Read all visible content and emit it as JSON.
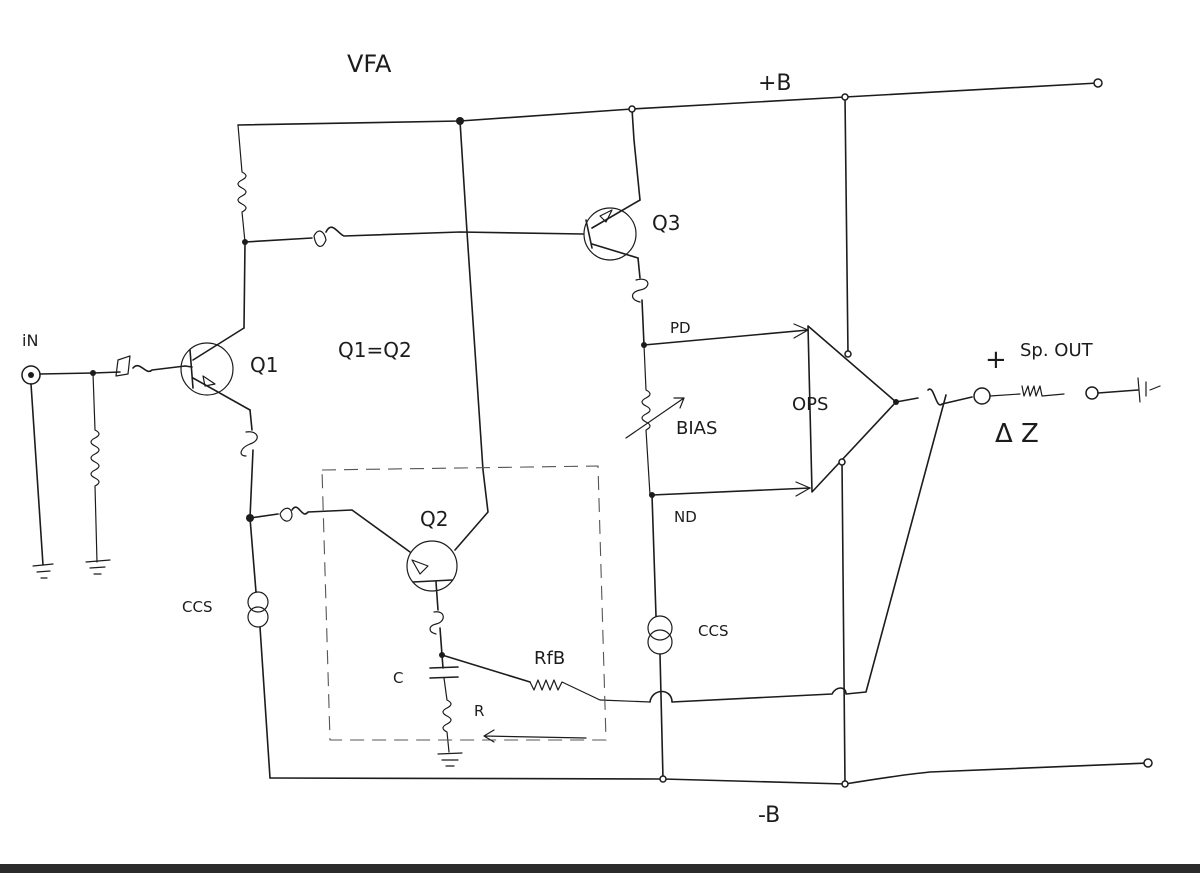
{
  "colors": {
    "ink": "#1c1c1c",
    "paper": "#ffffff",
    "footer_bar": "#2b2b2b"
  },
  "labels": {
    "title": "VFA",
    "pos_rail": "+B",
    "neg_rail": "-B",
    "input": "iN",
    "q1": "Q1",
    "q2": "Q2",
    "q3": "Q3",
    "match": "Q1=Q2",
    "pd": "PD",
    "nd": "ND",
    "bias": "BIAS",
    "ops": "OPS",
    "speaker_plus": "+",
    "speaker_out": "Sp. OUT",
    "delta_z": "Δ Z",
    "ccs_left": "CCS",
    "ccs_right": "CCS",
    "rfb": "RfB",
    "c": "C",
    "r": "R"
  }
}
